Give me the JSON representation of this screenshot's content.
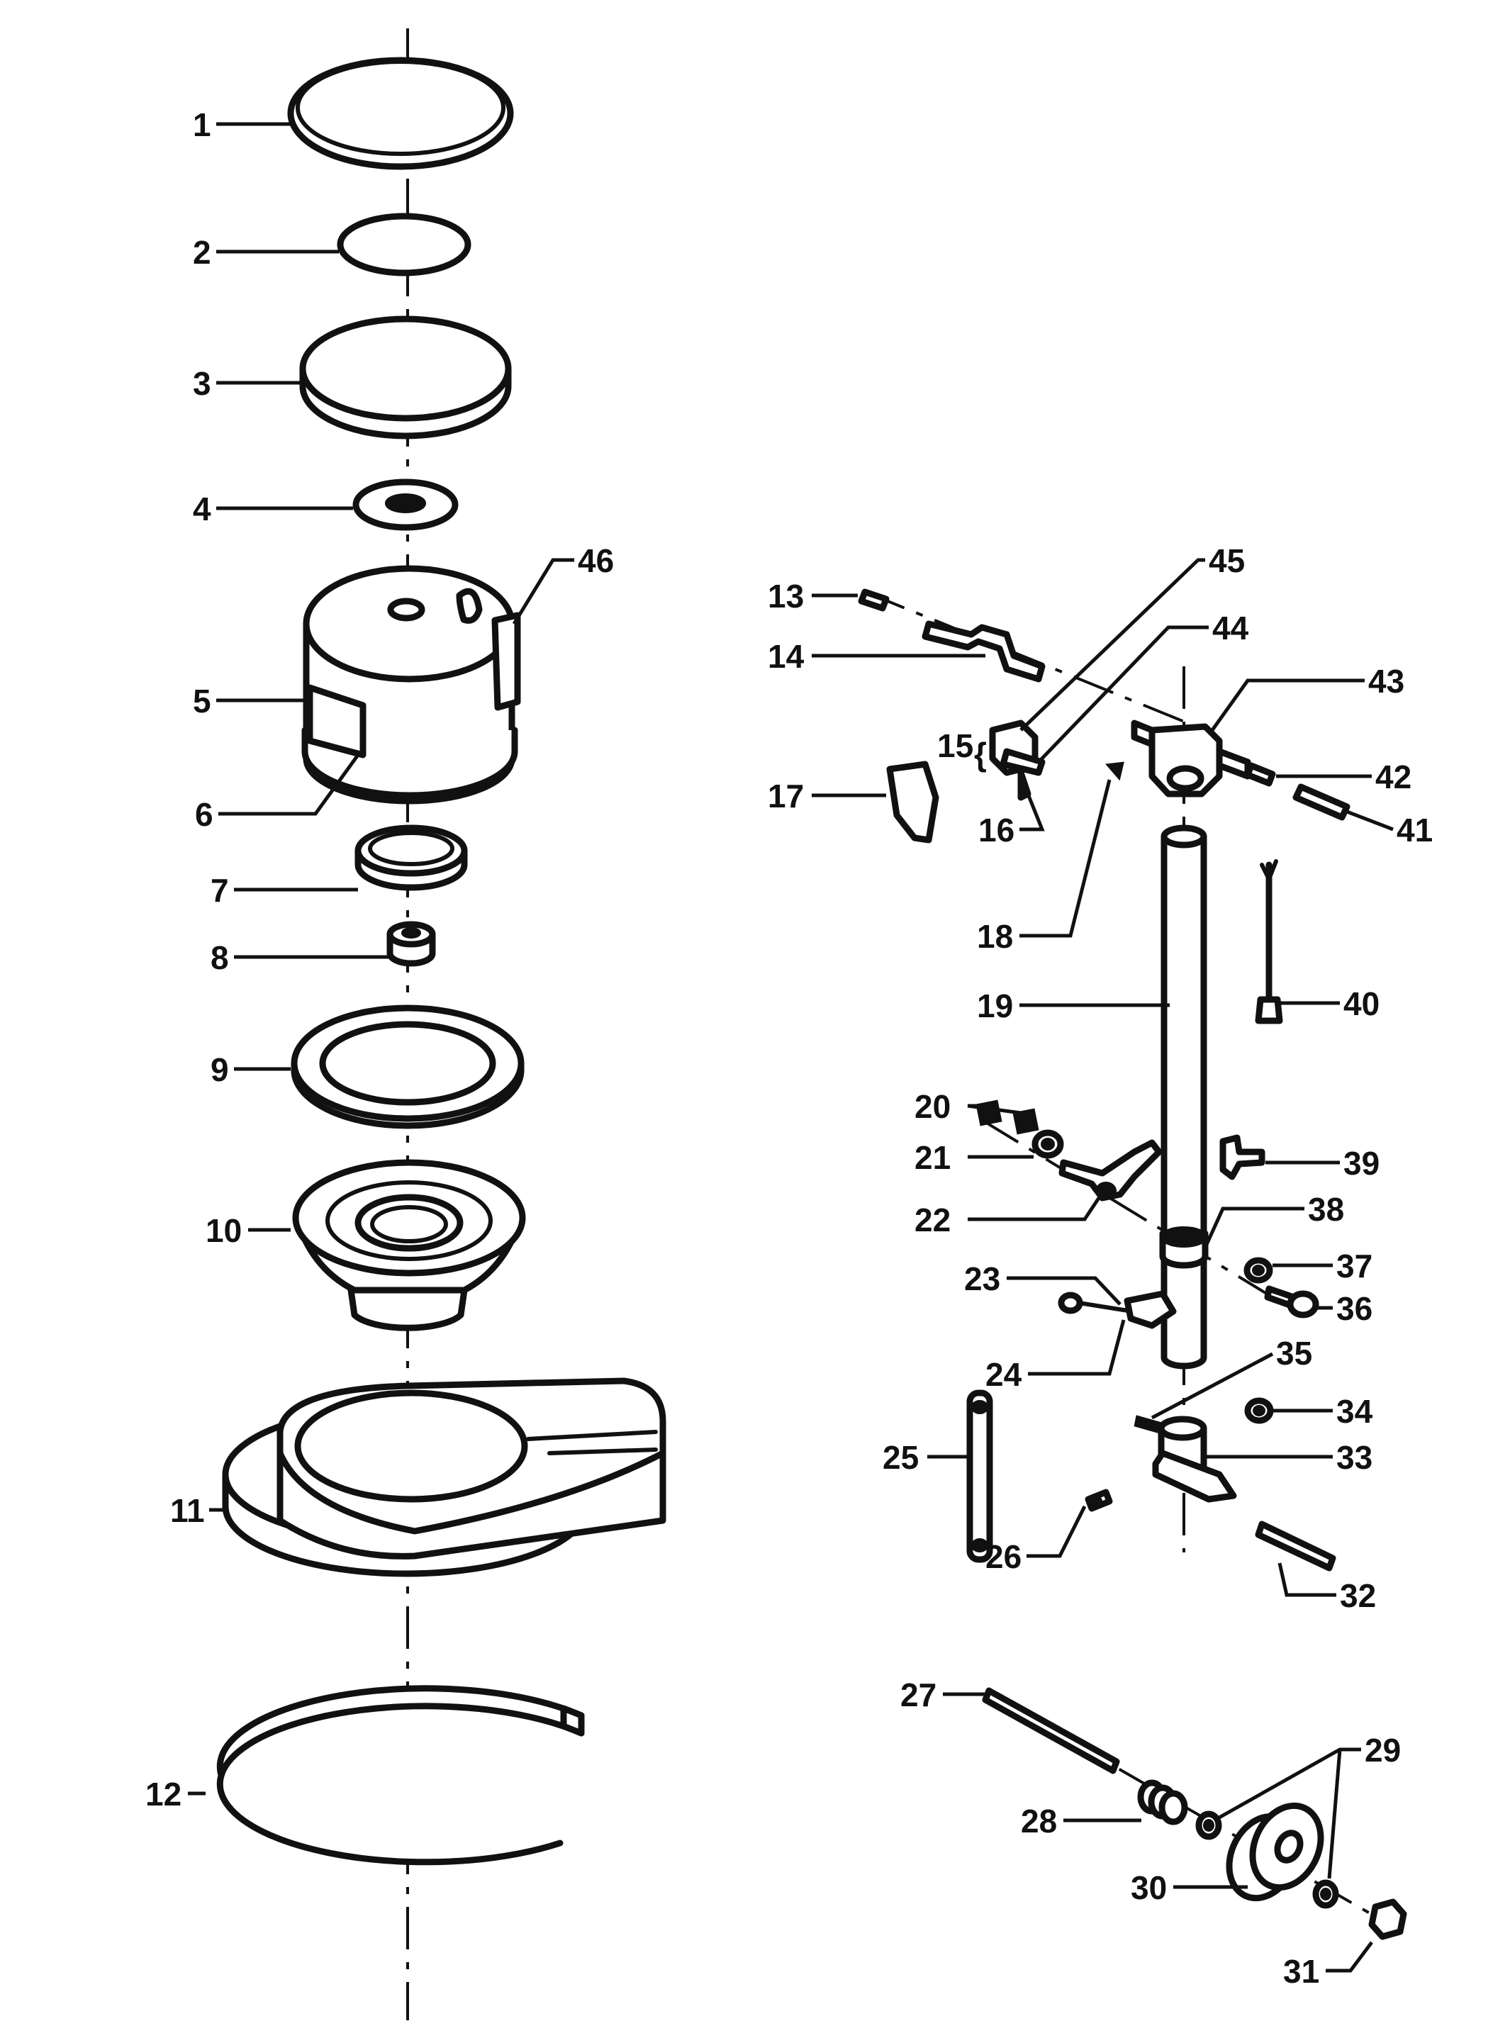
{
  "callouts": [
    {
      "id": "1",
      "text": "1"
    },
    {
      "id": "2",
      "text": "2"
    },
    {
      "id": "3",
      "text": "3"
    },
    {
      "id": "4",
      "text": "4"
    },
    {
      "id": "5",
      "text": "5"
    },
    {
      "id": "6",
      "text": "6"
    },
    {
      "id": "7",
      "text": "7"
    },
    {
      "id": "8",
      "text": "8"
    },
    {
      "id": "9",
      "text": "9"
    },
    {
      "id": "10",
      "text": "10"
    },
    {
      "id": "11",
      "text": "11"
    },
    {
      "id": "12",
      "text": "12"
    },
    {
      "id": "13",
      "text": "13"
    },
    {
      "id": "14",
      "text": "14"
    },
    {
      "id": "15",
      "text": "15"
    },
    {
      "id": "16",
      "text": "16"
    },
    {
      "id": "17",
      "text": "17"
    },
    {
      "id": "18",
      "text": "18"
    },
    {
      "id": "19",
      "text": "19"
    },
    {
      "id": "20",
      "text": "20"
    },
    {
      "id": "21",
      "text": "21"
    },
    {
      "id": "22",
      "text": "22"
    },
    {
      "id": "23",
      "text": "23"
    },
    {
      "id": "24",
      "text": "24"
    },
    {
      "id": "25",
      "text": "25"
    },
    {
      "id": "26",
      "text": "26"
    },
    {
      "id": "27",
      "text": "27"
    },
    {
      "id": "28",
      "text": "28"
    },
    {
      "id": "29",
      "text": "29"
    },
    {
      "id": "30",
      "text": "30"
    },
    {
      "id": "31",
      "text": "31"
    },
    {
      "id": "32",
      "text": "32"
    },
    {
      "id": "33",
      "text": "33"
    },
    {
      "id": "34",
      "text": "34"
    },
    {
      "id": "35",
      "text": "35"
    },
    {
      "id": "36",
      "text": "36"
    },
    {
      "id": "37",
      "text": "37"
    },
    {
      "id": "38",
      "text": "38"
    },
    {
      "id": "39",
      "text": "39"
    },
    {
      "id": "40",
      "text": "40"
    },
    {
      "id": "41",
      "text": "41"
    },
    {
      "id": "42",
      "text": "42"
    },
    {
      "id": "43",
      "text": "43"
    },
    {
      "id": "44",
      "text": "44"
    },
    {
      "id": "45",
      "text": "45"
    },
    {
      "id": "46",
      "text": "46"
    }
  ]
}
